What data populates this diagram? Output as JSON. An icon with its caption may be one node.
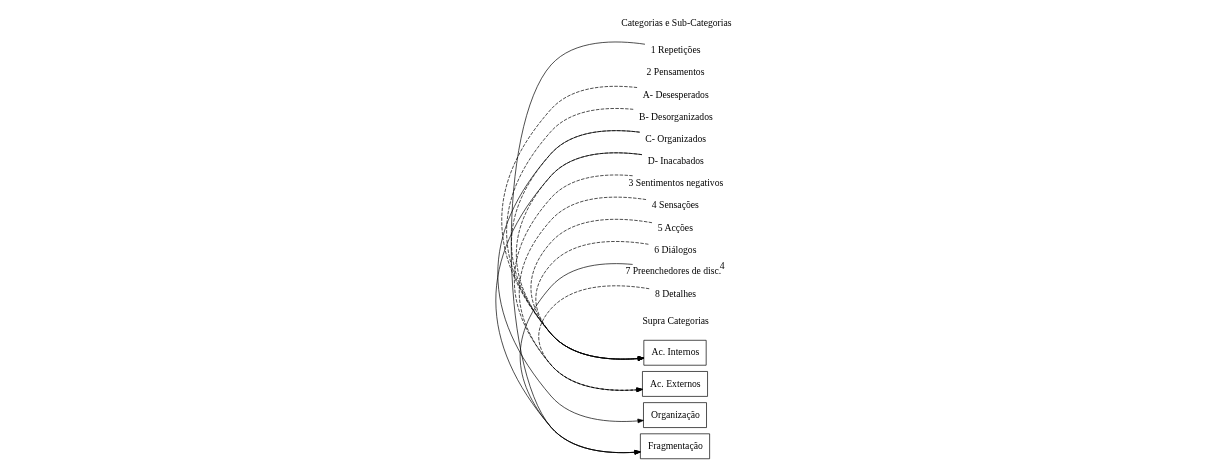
{
  "diagram": {
    "nodes": [
      {
        "text": [
          "1 Repetições"
        ]
      },
      {
        "text": [
          "2 Pensamentos"
        ]
      },
      {
        "text": [
          "A- Desesperados"
        ]
      },
      {
        "text": [
          "B- Desorganizados"
        ]
      },
      {
        "text": [
          "C- Organizados"
        ]
      },
      {
        "text": [
          "D- Inacabados"
        ]
      },
      {
        "text": [
          "3 Sentimentos negativos"
        ]
      },
      {
        "text": [
          "4 Sensações"
        ]
      },
      {
        "text": [
          "5 Acções"
        ]
      },
      {
        "text": [
          "6 Diálogos"
        ]
      },
      {
        "text": [
          "7 Preenchedores de disc.$^{4}$"
        ]
      },
      {
        "text": [
          "8 Detalhes"
        ]
      },
      {
        "text": [
          "Ac. Internos"
        ]
      },
      {
        "text": [
          "Ac. Externos"
        ]
      },
      {
        "text": [
          "Organização"
        ]
      },
      {
        "text": [
          "Fragmentação"
        ]
      }
    ],
    "edges": [
      {
        "from": 0,
        "to": 15,
        "arrow": "to"
      },
      {
        "from": 2,
        "to": 12,
        "arrow": "to",
        "style": "dashed"
      },
      {
        "from": 3,
        "to": 12,
        "arrow": "to",
        "style": "dashed"
      },
      {
        "from": 4,
        "to": 12,
        "arrow": "to",
        "style": "dashed"
      },
      {
        "from": 4,
        "to": 14,
        "arrow": "to"
      },
      {
        "from": 5,
        "to": 12,
        "arrow": "to",
        "style": "dashed"
      },
      {
        "from": 5,
        "to": 15,
        "arrow": "to"
      },
      {
        "from": 6,
        "to": 13,
        "arrow": "to",
        "style": "dashed"
      },
      {
        "from": 7,
        "to": 13,
        "arrow": "to",
        "style": "dashed"
      },
      {
        "from": 8,
        "to": 12,
        "arrow": "to",
        "style": "dashed"
      },
      {
        "from": 9,
        "to": 12,
        "arrow": "to",
        "style": "dashed"
      },
      {
        "from": 10,
        "to": 15,
        "arrow": "to"
      },
      {
        "from": 11,
        "to": 13,
        "arrow": "to",
        "style": "dashed"
      }
    ],
    "labels": [
      "Categorias e Sub-Categorias",
      "Supra Categorias"
    ]
  }
}
